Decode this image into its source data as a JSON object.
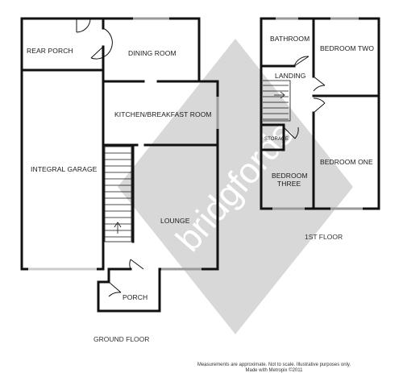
{
  "watermark": {
    "text": "bridgfords",
    "color": "#d8d8d8"
  },
  "colors": {
    "wall": "#111111",
    "window": "#9a9a9a"
  },
  "ground_floor": {
    "label": "GROUND FLOOR",
    "rooms": {
      "rear_porch": "REAR PORCH",
      "dining_room": "DINING ROOM",
      "kitchen": "KITCHEN/BREAKFAST ROOM",
      "integral_garage": "INTEGRAL GARAGE",
      "lounge": "LOUNGE",
      "porch": "PORCH"
    }
  },
  "first_floor": {
    "label": "1ST FLOOR",
    "rooms": {
      "bathroom": "BATHROOM",
      "bedroom_two": "BEDROOM TWO",
      "landing": "LANDING",
      "storage": "STORAGE",
      "bedroom_one": "BEDROOM ONE",
      "bedroom_three_line1": "BEDROOM",
      "bedroom_three_line2": "THREE"
    }
  },
  "footer": {
    "line1": "Measurements are approximate.  Not to scale.  Illustrative purposes only.",
    "line2": "Made with Metropix ©2011"
  }
}
